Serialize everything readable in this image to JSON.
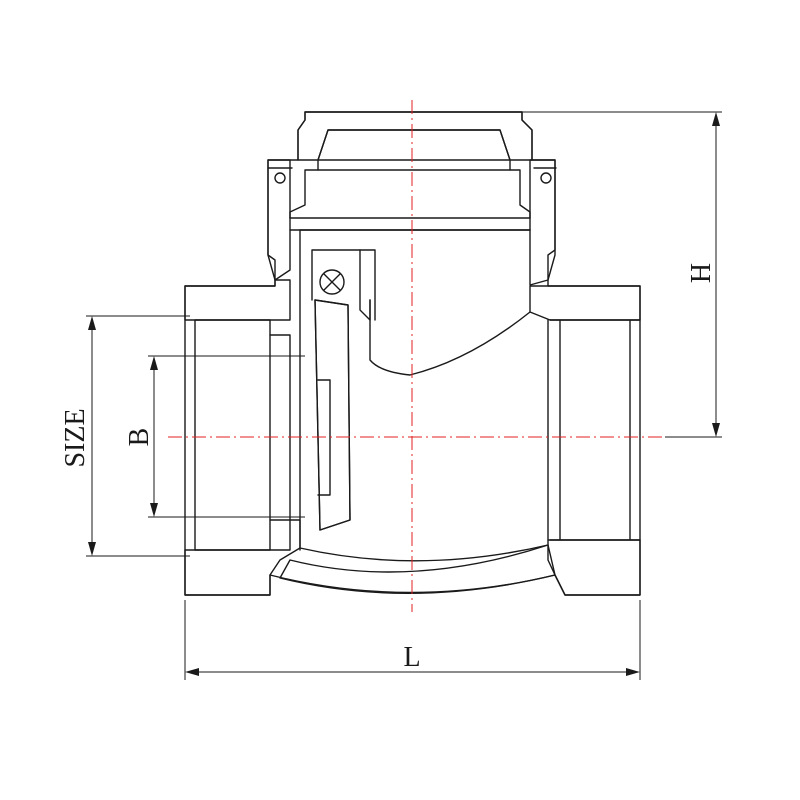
{
  "diagram": {
    "labels": {
      "size": "SIZE",
      "b": "B",
      "l": "L",
      "h": "H"
    },
    "colors": {
      "outline": "#1a1a1a",
      "centerline": "#e02020",
      "background": "#ffffff"
    }
  }
}
